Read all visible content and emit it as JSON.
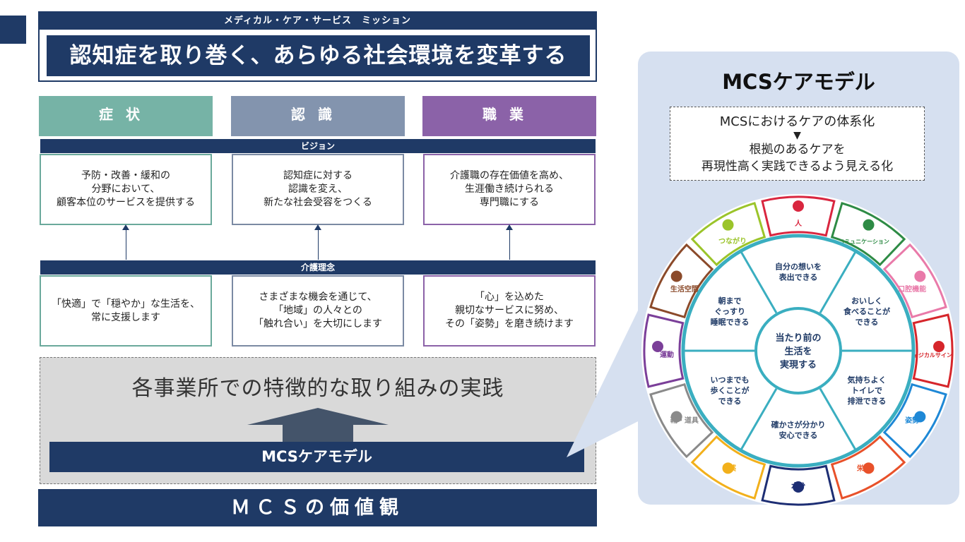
{
  "mission": {
    "subtitle": "メディカル・ケア・サービス　ミッション",
    "title": "認知症を取り巻く、あらゆる社会環境を変革する"
  },
  "pillars": [
    {
      "label": "症状",
      "color": "#76b3a6",
      "border": "#6aa99b"
    },
    {
      "label": "認識",
      "color": "#8394ae",
      "border": "#7b8aa3"
    },
    {
      "label": "職業",
      "color": "#8b62a8",
      "border": "#8b62a8"
    }
  ],
  "vision": {
    "label": "ビジョン",
    "items": [
      "予防・改善・緩和の\n分野において、\n顧客本位のサービスを提供する",
      "認知症に対する\n認識を変え、\n新たな社会受容をつくる",
      "介護職の存在価値を高め、\n生涯働き続けられる\n専門職にする"
    ]
  },
  "philosophy": {
    "label": "介護理念",
    "items": [
      "「快適」で「穏やか」な生活を、\n常に支援します",
      "さまざまな機会を通じて、\n「地域」の人々との\n「触れ合い」を大切にします",
      "「心」を込めた\n親切なサービスに努め、\nその「姿勢」を磨き続けます"
    ]
  },
  "practice": {
    "title": "各事業所での特徴的な取り組みの実践",
    "model_bar": "MCSケアモデル"
  },
  "values_bar": "ＭＣＳの価値観",
  "care_model": {
    "title": "MCSケアモデル",
    "desc_top": "MCSにおけるケアの体系化",
    "desc_arrow": "▼",
    "desc_line1": "根拠のあるケアを",
    "desc_line2": "再現性高く実践できるよう見える化",
    "center": [
      "当たり前の",
      "生活を",
      "実現する"
    ],
    "inner": [
      [
        "自分の想いを",
        "表出できる"
      ],
      [
        "おいしく",
        "食べることが",
        "できる"
      ],
      [
        "気持ちよく",
        "トイレで",
        "排泄できる"
      ],
      [
        "確かさが分かり",
        "安心できる"
      ],
      [
        "いつまでも",
        "歩くことが",
        "できる"
      ],
      [
        "朝まで",
        "ぐっすり",
        "睡眠できる"
      ]
    ],
    "outer": [
      {
        "label": "人",
        "icon": "person-icon",
        "color": "#d9263f"
      },
      {
        "label": "コミュニケーション",
        "icon": "chat-icon",
        "color": "#2e8b45"
      },
      {
        "label": "口腔機能",
        "icon": "mouth-icon",
        "color": "#e97aa9"
      },
      {
        "label": "フィジカルサイン",
        "icon": "heart-hand-icon",
        "color": "#d6262b"
      },
      {
        "label": "姿勢",
        "icon": "chair-icon",
        "color": "#1e88d6"
      },
      {
        "label": "栄養",
        "icon": "fish-icon",
        "color": "#e8512a"
      },
      {
        "label": "水分",
        "icon": "drink-icon",
        "color": "#1d2e74"
      },
      {
        "label": "薬",
        "icon": "pill-icon",
        "color": "#f2b01b"
      },
      {
        "label": "靴・道具",
        "icon": "walker-icon",
        "color": "#8a8a8a"
      },
      {
        "label": "運動",
        "icon": "walking-icon",
        "color": "#7b3f99"
      },
      {
        "label": "生活空間",
        "icon": "house-icon",
        "color": "#8b4a2a"
      },
      {
        "label": "つながり",
        "icon": "network-icon",
        "color": "#9bc42a"
      }
    ]
  }
}
